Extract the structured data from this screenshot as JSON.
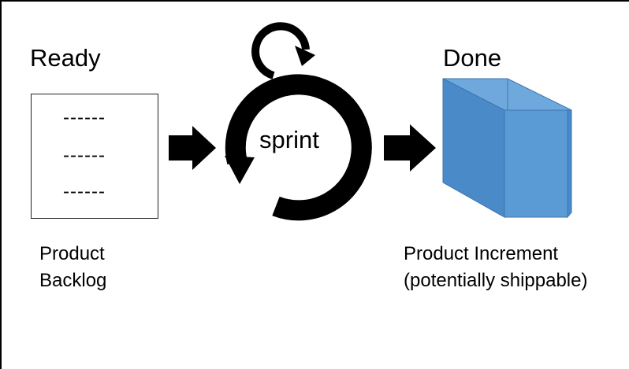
{
  "stages": {
    "ready_label": "Ready",
    "done_label": "Done",
    "sprint_label": "sprint"
  },
  "backlog": {
    "lines": [
      "------",
      "------",
      "------"
    ],
    "caption_line1": "Product",
    "caption_line2": "Backlog"
  },
  "increment": {
    "caption_line1": "Product Increment",
    "caption_line2": "(potentially shippable)"
  },
  "colors": {
    "box_front": "#5b9bd5",
    "box_side": "#4a8ac8",
    "box_top": "#6fa8dc",
    "box_outline": "#3d76b0",
    "arrows": "#000000"
  }
}
